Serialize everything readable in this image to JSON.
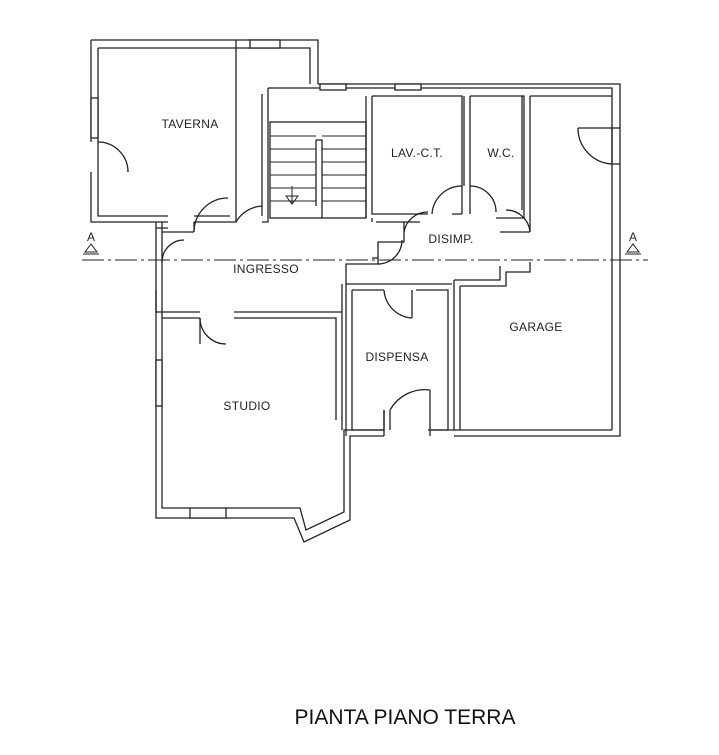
{
  "rooms": {
    "taverna": "TAVERNA",
    "lav_ct": "LAV.-C.T.",
    "wc": "W.C.",
    "disimp": "DISIMP.",
    "ingresso": "INGRESSO",
    "garage": "GARAGE",
    "dispensa": "DISPENSA",
    "studio": "STUDIO"
  },
  "section": {
    "left_label": "A",
    "right_label": "A"
  },
  "title": "PIANTA PIANO TERRA"
}
